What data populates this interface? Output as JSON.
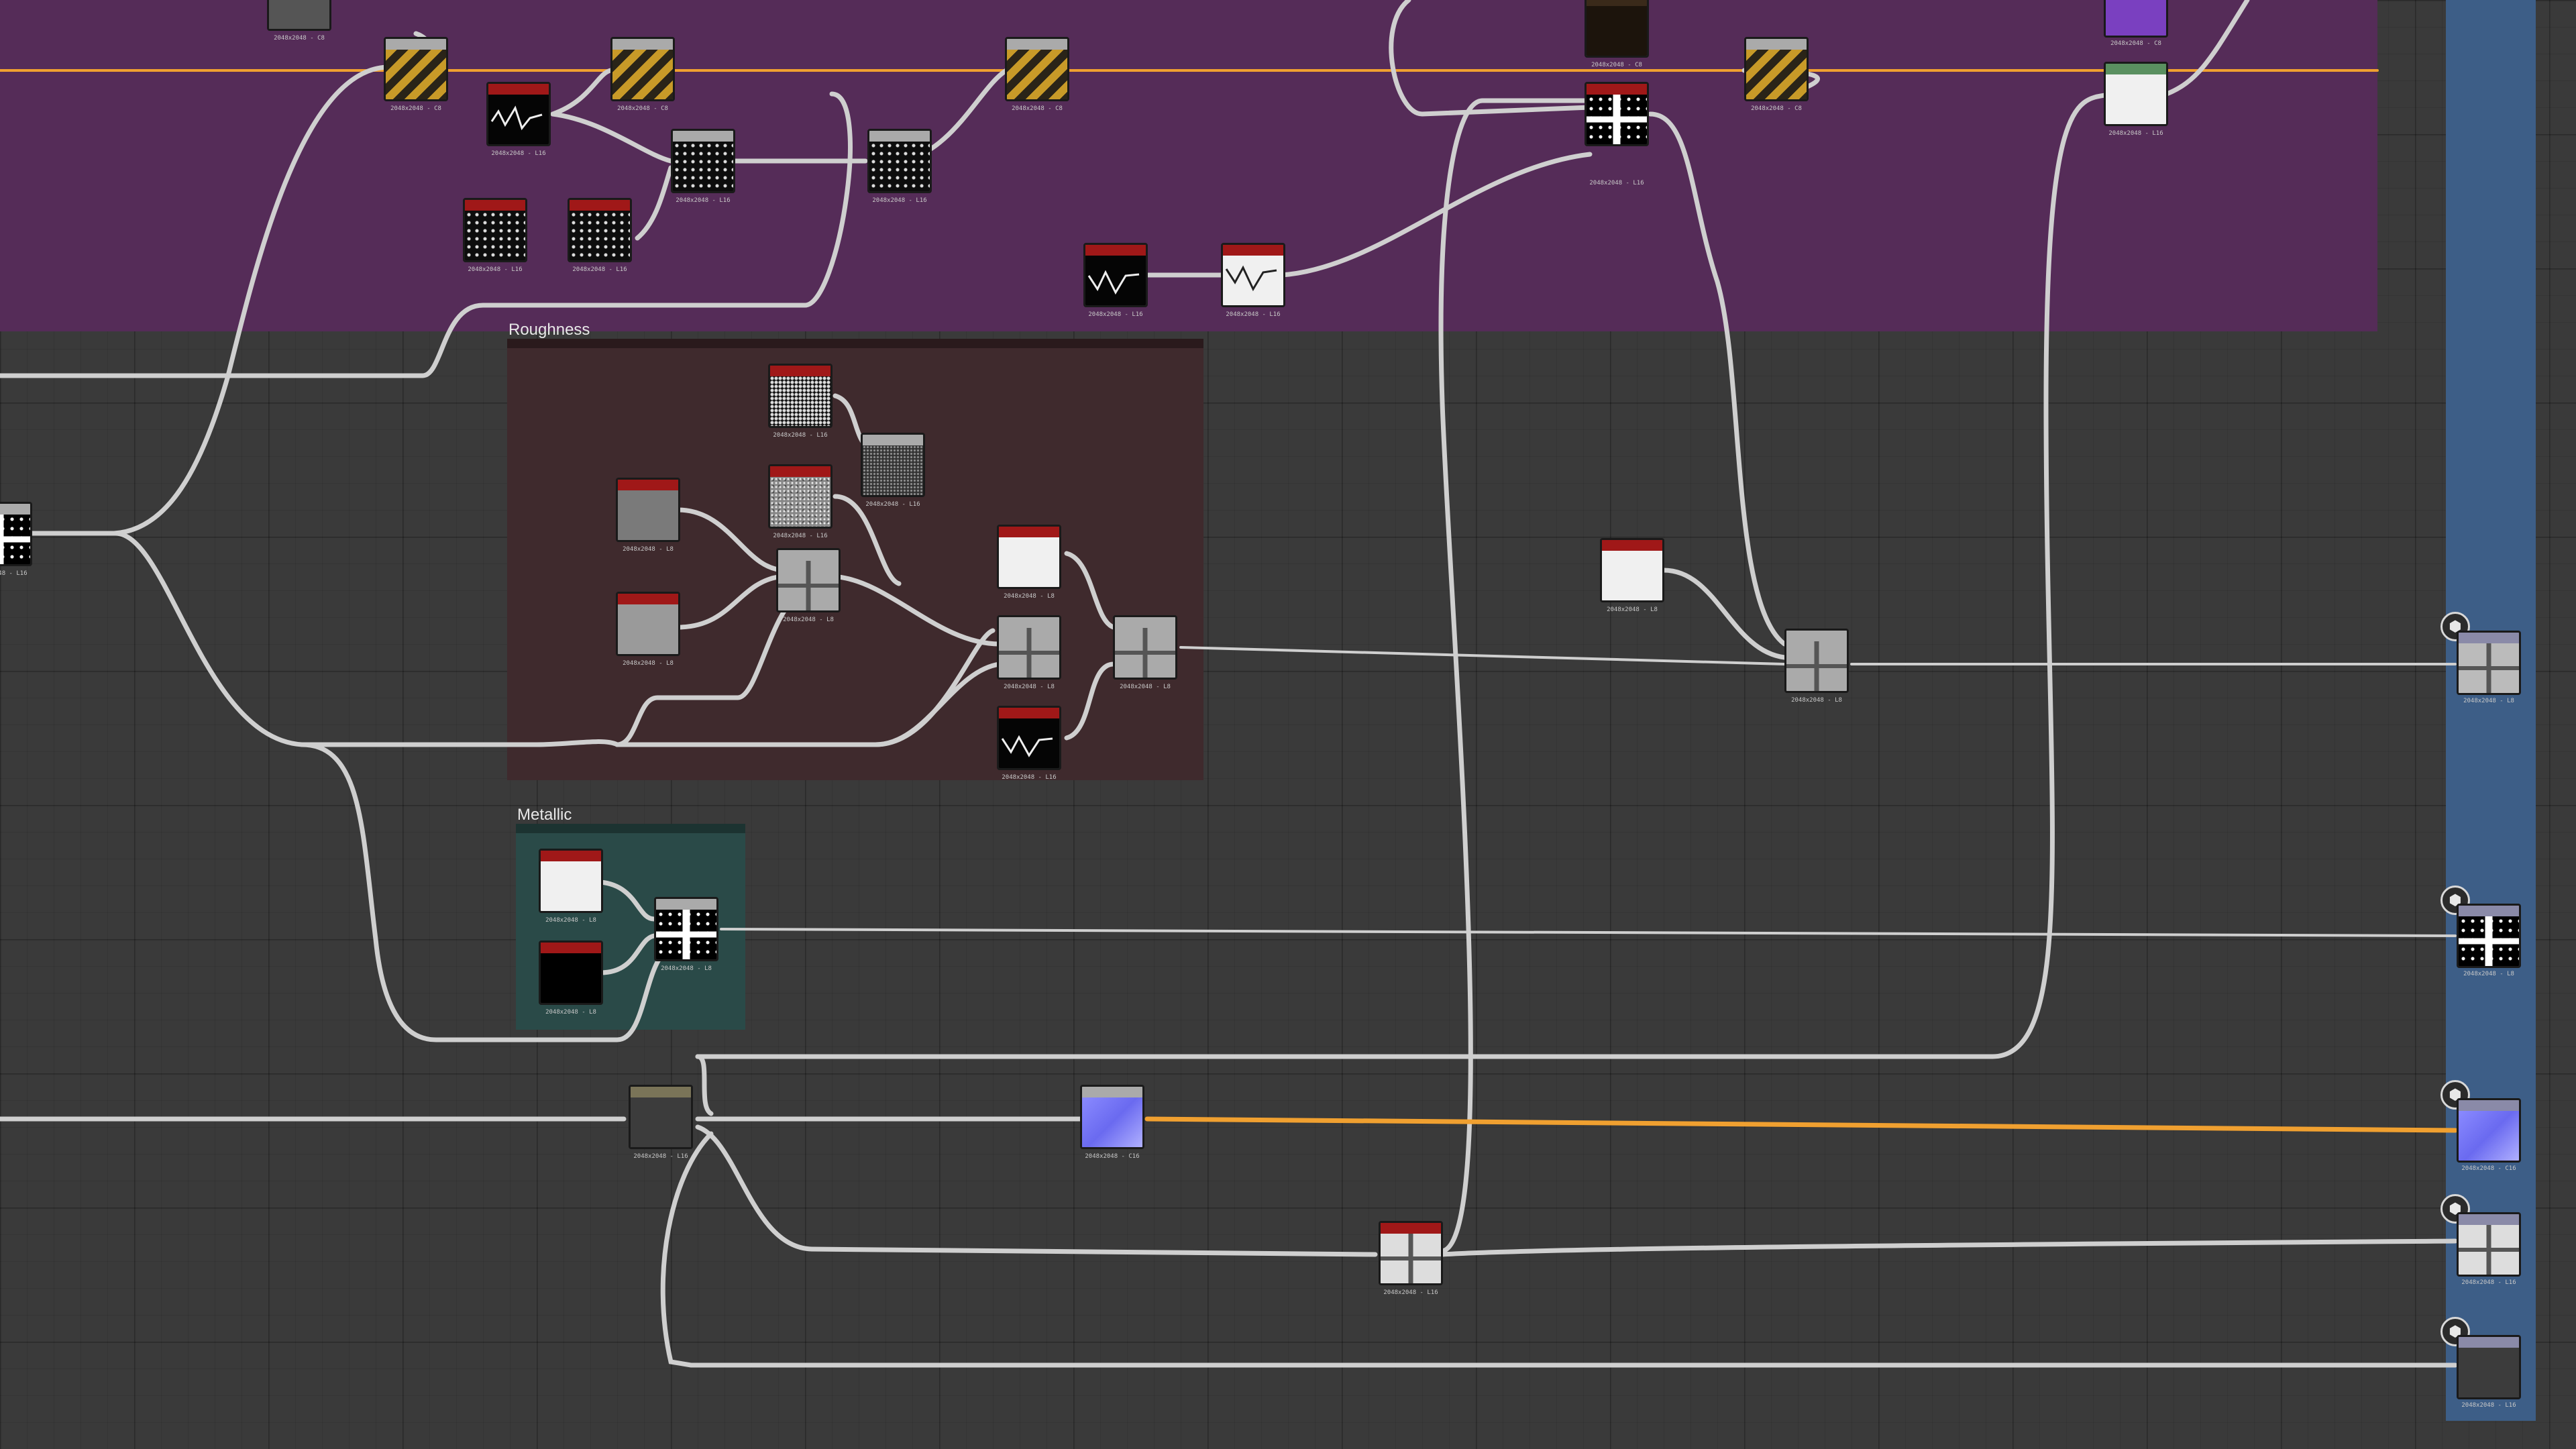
{
  "frames": {
    "roughness": {
      "title": "Roughness"
    },
    "metallic": {
      "title": "Metallic"
    }
  },
  "node_labels": {
    "r2048_c8": "2048x2048 - C8",
    "r2048_l8": "2048x2048 - L8",
    "r2048_l16": "2048x2048 - L16",
    "r2048_c16": "2048x2048 - C16"
  },
  "icons": {
    "output": "cube-icon"
  },
  "colors": {
    "base_frame": "#552c58",
    "roughness_frame": "#3f2a2d",
    "metallic_frame": "#2a4a48",
    "output_column": "#3d5e87",
    "wire_gray": "#cfcfcf",
    "wire_orange": "#f0a030"
  }
}
